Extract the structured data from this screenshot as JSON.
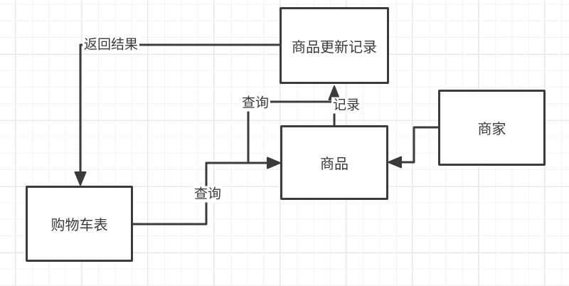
{
  "colors": {
    "stroke": "#3b3b3b",
    "text": "#3b3b3b",
    "background": "#ffffff",
    "grid_minor": "#f3f3f3",
    "grid_major": "#e8e8e8"
  },
  "nodes": {
    "product_update_record": {
      "label": "商品更新记录"
    },
    "merchant": {
      "label": "商家"
    },
    "product": {
      "label": "商品"
    },
    "cart_table": {
      "label": "购物车表"
    }
  },
  "edges": [
    {
      "id": "return-result",
      "from": "商品更新记录",
      "to": "购物车表",
      "label": "返回结果",
      "arrow": "down-into-cart-table"
    },
    {
      "id": "record",
      "from": "商品",
      "to": "商品更新记录",
      "label": "记录",
      "arrow": "up-into-product-update-record"
    },
    {
      "id": "cart-query-product",
      "from": "购物车表",
      "to": "商品",
      "label": "查询",
      "arrow": "right-into-product"
    },
    {
      "id": "merchant-to-product",
      "from": "商家",
      "to": "商品",
      "label": "",
      "arrow": "left-into-product"
    },
    {
      "id": "query-record-link",
      "from": "查询",
      "to": "记录",
      "label": "查询",
      "arrow": "none"
    }
  ]
}
